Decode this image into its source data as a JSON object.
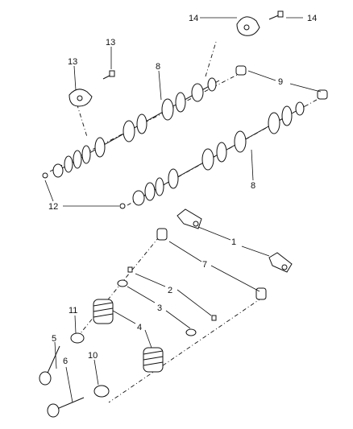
{
  "diagram": {
    "callouts": [
      {
        "id": "1",
        "text": "1"
      },
      {
        "id": "2",
        "text": "2"
      },
      {
        "id": "3",
        "text": "3"
      },
      {
        "id": "4",
        "text": "4"
      },
      {
        "id": "5",
        "text": "5"
      },
      {
        "id": "6",
        "text": "6"
      },
      {
        "id": "7",
        "text": "7"
      },
      {
        "id": "8a",
        "text": "8"
      },
      {
        "id": "8b",
        "text": "8"
      },
      {
        "id": "9",
        "text": "9"
      },
      {
        "id": "10",
        "text": "10"
      },
      {
        "id": "11",
        "text": "11"
      },
      {
        "id": "12",
        "text": "12"
      },
      {
        "id": "13a",
        "text": "13"
      },
      {
        "id": "13b",
        "text": "13"
      },
      {
        "id": "14a",
        "text": "14"
      },
      {
        "id": "14b",
        "text": "14"
      }
    ]
  }
}
